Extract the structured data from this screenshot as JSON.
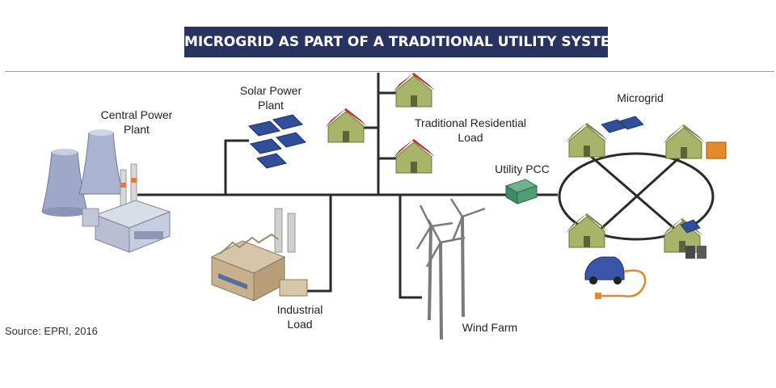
{
  "title": "MICROGRID AS PART OF A TRADITIONAL UTILITY SYSTEM",
  "source": "Source: EPRI, 2016",
  "labels": {
    "central_power_plant": [
      "Central Power",
      "Plant"
    ],
    "solar_power_plant": [
      "Solar Power",
      "Plant"
    ],
    "traditional_residential_load": [
      "Traditional Residential",
      "Load"
    ],
    "utility_pcc": "Utility PCC",
    "microgrid": "Microgrid",
    "industrial_load": [
      "Industrial",
      "Load"
    ],
    "wind_farm": "Wind Farm"
  },
  "colors": {
    "banner": "#283361",
    "line": "#2b2b2b",
    "house_green": "#a8b46a",
    "roof_red": "#b2342a",
    "solar_blue": "#2f4f9a"
  }
}
